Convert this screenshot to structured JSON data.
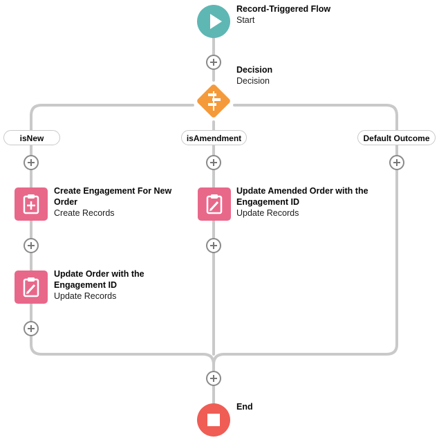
{
  "start": {
    "title": "Record-Triggered Flow",
    "subtitle": "Start",
    "icon": "play-icon",
    "color": "#5fb7b4"
  },
  "decision": {
    "title": "Decision",
    "subtitle": "Decision",
    "icon": "decision-icon",
    "color": "#f59a3a"
  },
  "outcomes": [
    {
      "label": "isNew"
    },
    {
      "label": "isAmendment"
    },
    {
      "label": "Default Outcome"
    }
  ],
  "elements": [
    {
      "title": "Create Engagement For New Order",
      "subtitle": "Create Records",
      "icon": "create-records-icon"
    },
    {
      "title": "Update Order with the Engagement ID",
      "subtitle": "Update Records",
      "icon": "update-records-icon"
    },
    {
      "title": "Update Amended Order with the Engagement ID",
      "subtitle": "Update Records",
      "icon": "update-records-icon"
    }
  ],
  "end": {
    "title": "End",
    "icon": "stop-icon",
    "color": "#ef5d55"
  },
  "colors": {
    "connector": "#c9c9c9",
    "record_tile": "#e8688a"
  }
}
